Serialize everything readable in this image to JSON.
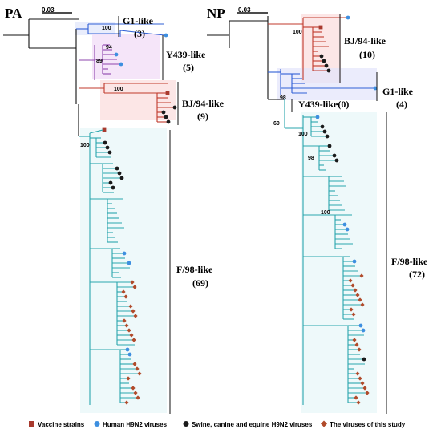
{
  "panels": [
    {
      "title": "PA",
      "scale_label": "0.03",
      "clades": [
        {
          "name": "G1-like",
          "count": "(3)"
        },
        {
          "name": "Y439-like",
          "count": "(5)"
        },
        {
          "name": "BJ/94-like",
          "count": "(9)"
        },
        {
          "name": "F/98-like",
          "count": "(69)"
        }
      ],
      "bootstraps": [
        "100",
        "94",
        "89",
        "100",
        "100"
      ]
    },
    {
      "title": "NP",
      "scale_label": "0.03",
      "clades": [
        {
          "name": "BJ/94-like",
          "count": "(10)"
        },
        {
          "name": "G1-like",
          "count": "(4)"
        },
        {
          "name": "Y439-like(0)",
          "count": ""
        },
        {
          "name": "F/98-like",
          "count": "(72)"
        }
      ],
      "bootstraps": [
        "100",
        "98",
        "60",
        "100",
        "98",
        "100"
      ]
    }
  ],
  "legend": [
    {
      "label": "Vaccine strains",
      "icon": "square",
      "color": "#a83a2e"
    },
    {
      "label": "Human H9N2 viruses",
      "icon": "circle",
      "color": "#3d8fe0"
    },
    {
      "label": "Swine, canine and equine H9N2 viruses",
      "icon": "circle",
      "color": "#1a1a1a"
    },
    {
      "label": "The viruses of this study",
      "icon": "diamond",
      "color": "#b04a2a"
    }
  ],
  "colors": {
    "bj94": "#c0392b",
    "y439": "#8e44ad",
    "g1": "#2f5fd6",
    "f98": "#2aa6ad",
    "trunk": "#111111",
    "human": "#3d8fe0",
    "swine": "#1a1a1a",
    "study": "#b04a2a",
    "vaccine": "#a83a2e"
  }
}
